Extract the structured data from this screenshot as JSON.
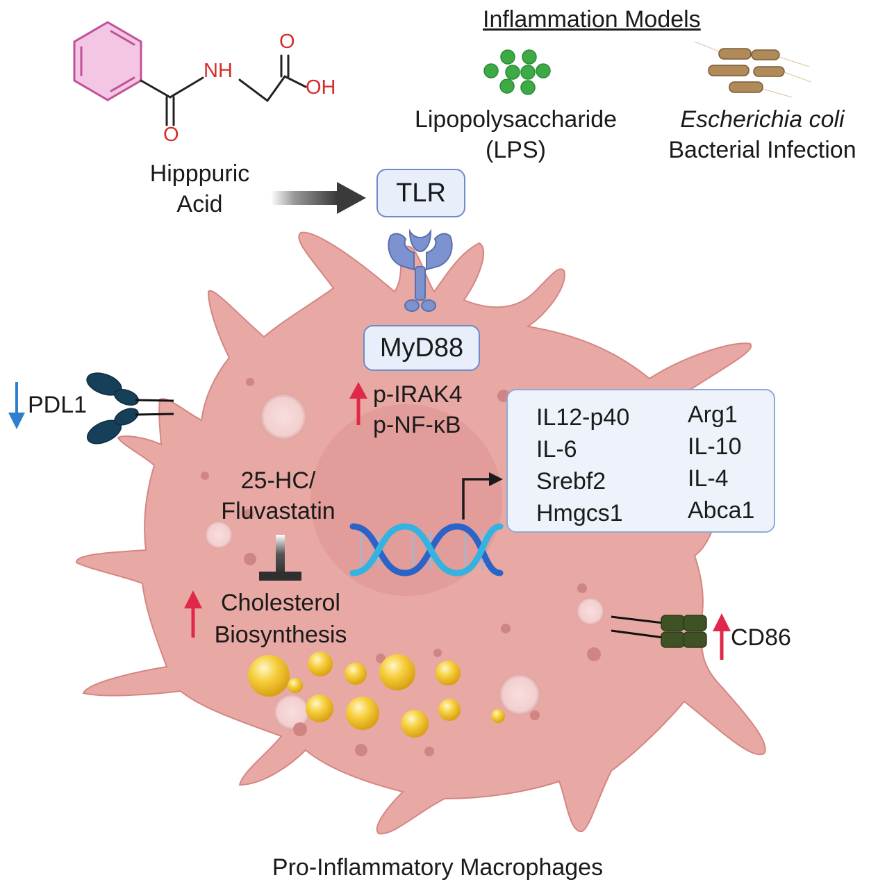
{
  "inflammation_models": {
    "heading": "Inflammation Models",
    "lps": {
      "line1": "Lipopolysaccharide",
      "line2": "(LPS)"
    },
    "ecoli": {
      "line1": "Escherichia coli",
      "line2": "Bacterial Infection"
    }
  },
  "compound": {
    "name_line1": "Hipppuric",
    "name_line2": "Acid",
    "atoms": {
      "carbonyl_o_top": "O",
      "hydroxyl": "OH",
      "amide_nh": "NH",
      "carbonyl_o_bottom": "O"
    }
  },
  "receptor": {
    "label": "TLR"
  },
  "adaptor": {
    "label": "MyD88"
  },
  "signaling": {
    "items": [
      "p-IRAK4",
      "p-NF-κB"
    ],
    "direction": "up"
  },
  "genes_up": [
    "IL12-p40",
    "IL-6",
    "Srebf2",
    "Hmgcs1"
  ],
  "genes_down": [
    "Arg1",
    "IL-10",
    "IL-4",
    "Abca1"
  ],
  "inhibitor": {
    "line1": "25-HC/",
    "line2": "Fluvastatin"
  },
  "process": {
    "line1": "Cholesterol",
    "line2": "Biosynthesis",
    "direction": "up"
  },
  "markers": {
    "pdl1": {
      "label": "PDL1",
      "direction": "down"
    },
    "cd86": {
      "label": "CD86",
      "direction": "up"
    }
  },
  "caption": "Pro-Inflammatory Macrophages",
  "colors": {
    "cell_fill": "#e8a8a4",
    "cell_stroke": "#d48682",
    "up_arrow": "#e0284b",
    "down_arrow": "#2f7fcf",
    "lps_dots": "#3daa46",
    "box_border": "#6d8bc9",
    "box_fill": "#e8effb",
    "benzene": "#c0509a",
    "atoms": "#d62b2b",
    "lipid": "#f2c12e",
    "dna_strand_1": "#2b64c8",
    "dna_strand_2": "#35b3e0"
  }
}
